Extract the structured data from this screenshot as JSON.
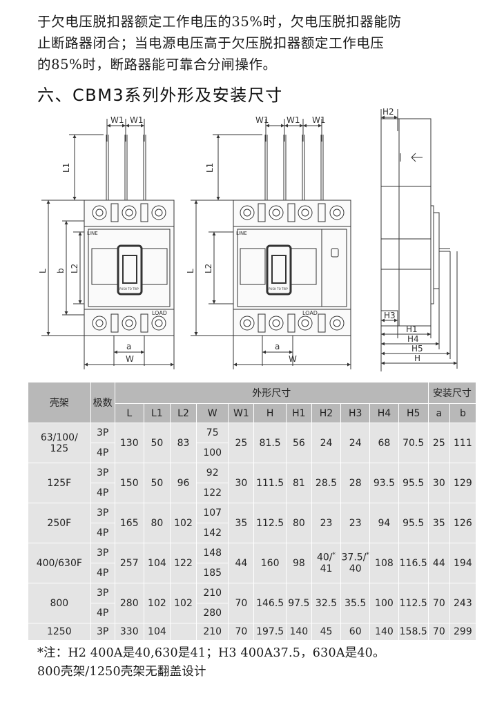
{
  "intro": {
    "line1": "于欠电压脱扣器额定工作电压的35%时，欠电压脱扣器能防",
    "line2": "止断路器闭合；当电源电压高于欠压脱扣器额定工作电压",
    "line3": "的85%时，断路器能可靠合分闸操作。"
  },
  "section_title": "六、CBM3系列外形及安装尺寸",
  "drawing_labels": {
    "W1": "W1",
    "L1": "L1",
    "L2": "L2",
    "L": "L",
    "b": "b",
    "a": "a",
    "W": "W",
    "H": "H",
    "H1": "H1",
    "H2": "H2",
    "H3": "H3",
    "H4": "H4",
    "H5": "H5",
    "line": "LINE",
    "load": "LOAD",
    "push": "PUSH TO TRIP"
  },
  "table": {
    "col_frame": "壳架",
    "col_poles": "极数",
    "group_outline": "外形尺寸",
    "group_mount": "安装尺寸",
    "cols": [
      "L",
      "L1",
      "L2",
      "W",
      "W1",
      "H",
      "H1",
      "H2",
      "H3",
      "H4",
      "H5",
      "a",
      "b"
    ],
    "rows": [
      {
        "frame": "63/100/\n125",
        "p3": "3P",
        "p4": "4P",
        "L": "130",
        "L1": "50",
        "L2": "83",
        "W3": "75",
        "W4": "100",
        "W1": "25",
        "H": "81.5",
        "H1": "56",
        "H2": "24",
        "H3": "24",
        "H4": "68",
        "H5": "70.5",
        "a": "25",
        "b": "111"
      },
      {
        "frame": "125F",
        "p3": "3P",
        "p4": "4P",
        "L": "150",
        "L1": "50",
        "L2": "96",
        "W3": "92",
        "W4": "122",
        "W1": "30",
        "H": "111.5",
        "H1": "81",
        "H2": "28.5",
        "H3": "28",
        "H4": "93.5",
        "H5": "95.5",
        "a": "30",
        "b": "129"
      },
      {
        "frame": "250F",
        "p3": "3P",
        "p4": "4P",
        "L": "165",
        "L1": "80",
        "L2": "102",
        "W3": "107",
        "W4": "142",
        "W1": "35",
        "H": "112.5",
        "H1": "80",
        "H2": "23",
        "H3": "23",
        "H4": "94",
        "H5": "95.5",
        "a": "35",
        "b": "126"
      },
      {
        "frame": "400/630F",
        "p3": "3P",
        "p4": "4P",
        "L": "257",
        "L1": "104",
        "L2": "122",
        "W3": "148",
        "W4": "185",
        "W1": "44",
        "H": "160",
        "H1": "98",
        "H2a": "40/",
        "H2b": "41",
        "H3a": "37.5/",
        "H3b": "40",
        "star": "*",
        "H4": "108",
        "H5": "116.5",
        "a": "44",
        "b": "194"
      },
      {
        "frame": "800",
        "p3": "3P",
        "p4": "4P",
        "L": "280",
        "L1": "102",
        "L2": "102",
        "W3": "210",
        "W4": "280",
        "W1": "70",
        "H": "146.5",
        "H1": "97.5",
        "H2": "32.5",
        "H3": "35.5",
        "H4": "100",
        "H5": "112.5",
        "a": "70",
        "b": "243"
      },
      {
        "frame": "1250",
        "p3": "3P",
        "L": "330",
        "L1": "104",
        "L2": "",
        "W3": "210",
        "W1": "70",
        "H": "197.5",
        "H1": "140",
        "H2": "45",
        "H3": "60",
        "H4": "140",
        "H5": "158.5",
        "a": "70",
        "b": "299"
      }
    ]
  },
  "note": {
    "line1": "*注：H2 400A是40,630是41；H3 400A37.5，630A是40。",
    "line2": "800壳架/1250壳架无翻盖设计"
  }
}
